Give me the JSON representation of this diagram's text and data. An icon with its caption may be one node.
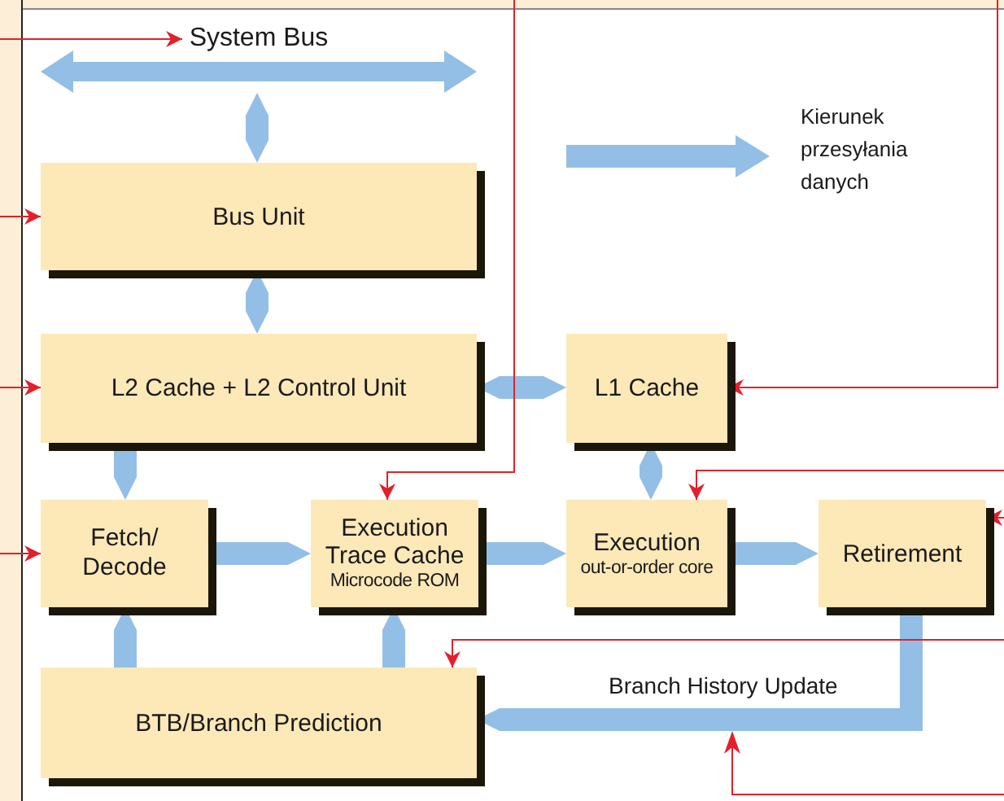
{
  "diagram": {
    "nodes": [
      {
        "text": [
          "System Bus"
        ]
      },
      {
        "text": [],
        "shape": "bar"
      },
      {
        "text": [
          "Bus Unit"
        ]
      },
      {
        "text": [
          "L2 Cache + L2 Control Unit"
        ]
      },
      {
        "text": [
          "L1 Cache"
        ]
      },
      {
        "text": [
          "Fetch/ Decode"
        ]
      },
      {
        "text": [
          "Execution Trace Cache",
          "Microcode ROM"
        ]
      },
      {
        "text": [
          "Execution",
          "out-or-order core"
        ]
      },
      {
        "text": [
          "Retirement"
        ]
      },
      {
        "text": [
          "BTB/Branch Prediction"
        ]
      }
    ],
    "edges": [
      {
        "from": 1,
        "to": 2,
        "arrow": "both"
      },
      {
        "from": 2,
        "to": 3,
        "arrow": "both"
      },
      {
        "from": 3,
        "to": 4,
        "arrow": "both"
      },
      {
        "from": 3,
        "to": 5,
        "arrow": "to"
      },
      {
        "from": 5,
        "to": 6,
        "arrow": "to"
      },
      {
        "from": 9,
        "to": 5,
        "arrow": "to"
      },
      {
        "from": 9,
        "to": 6,
        "arrow": "to"
      },
      {
        "from": 4,
        "to": 7,
        "arrow": "both"
      },
      {
        "from": 6,
        "to": 7,
        "arrow": "to"
      },
      {
        "from": 7,
        "to": 8,
        "arrow": "to"
      },
      {
        "from": 8,
        "to": 9,
        "arrow": "to",
        "label": "Branch History Update"
      },
      {
        "from": null,
        "to": 0,
        "arrow": "to",
        "color": "#e3202a"
      },
      {
        "from": null,
        "to": 2,
        "arrow": "to",
        "color": "#e3202a"
      },
      {
        "from": null,
        "to": 3,
        "arrow": "to",
        "color": "#e3202a"
      },
      {
        "from": null,
        "to": 5,
        "arrow": "to",
        "color": "#e3202a"
      },
      {
        "from": null,
        "to": 4,
        "arrow": "to",
        "color": "#e3202a"
      },
      {
        "from": null,
        "to": 6,
        "arrow": "to",
        "color": "#e3202a"
      },
      {
        "from": null,
        "to": 7,
        "arrow": "to",
        "color": "#e3202a"
      },
      {
        "from": null,
        "to": 8,
        "arrow": "to",
        "color": "#e3202a"
      },
      {
        "from": null,
        "to": 9,
        "arrow": "to",
        "color": "#e3202a"
      }
    ],
    "legend": [
      {
        "text": "Kierunek przesyłania danych"
      }
    ]
  }
}
